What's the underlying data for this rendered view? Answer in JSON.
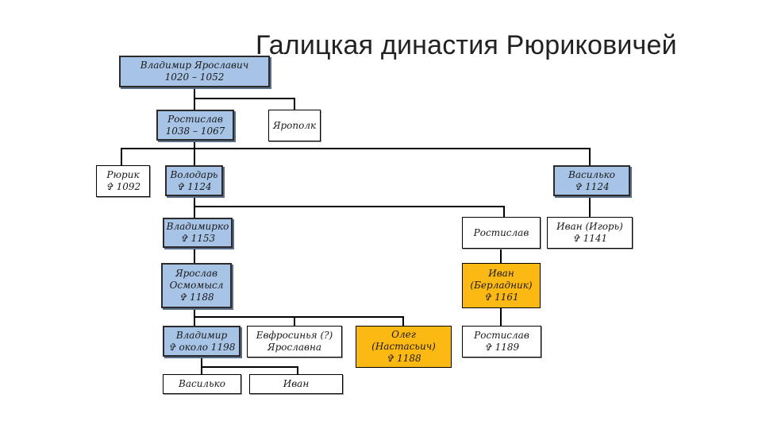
{
  "title": "Галицкая династия Рюриковичей",
  "colors": {
    "highlight_blue": "#a7c4e7",
    "highlight_gold": "#fdb913"
  },
  "persons": {
    "vladimir_yaroslavich": {
      "line1": "Владимир Ярославич",
      "line2": "1020 – 1052"
    },
    "rostislav_1": {
      "line1": "Ростислав",
      "line2": "1038 – 1067"
    },
    "yaropolk": {
      "line1": "Ярополк"
    },
    "ryurik": {
      "line1": "Рюрик",
      "line2": "✞ 1092"
    },
    "volodar": {
      "line1": "Володарь",
      "line2": "✞ 1124"
    },
    "vasilko_1": {
      "line1": "Василько",
      "line2": "✞ 1124"
    },
    "vladimirko": {
      "line1": "Владимирко",
      "line2": "✞ 1153"
    },
    "rostislav_2": {
      "line1": "Ростислав"
    },
    "ivan_igor": {
      "line1": "Иван (Игорь)",
      "line2": "✞ 1141"
    },
    "yaroslav_osmomysl": {
      "line1": "Ярослав",
      "line2": "Осмомысл",
      "line3": "✞ 1188"
    },
    "ivan_berladnik": {
      "line1": "Иван",
      "line2": "(Берладник)",
      "line3": "✞ 1161"
    },
    "vladimir_2": {
      "line1": "Владимир",
      "line2": "✞ около 1198"
    },
    "efrosinya": {
      "line1": "Евфросинья (?)",
      "line2": "Ярославна"
    },
    "oleg": {
      "line1": "Олег",
      "line2": "(Настасьич)",
      "line3": "✞ 1188"
    },
    "rostislav_3": {
      "line1": "Ростислав",
      "line2": "✞ 1189"
    },
    "vasilko_2": {
      "line1": "Василько"
    },
    "ivan_2": {
      "line1": "Иван"
    }
  }
}
